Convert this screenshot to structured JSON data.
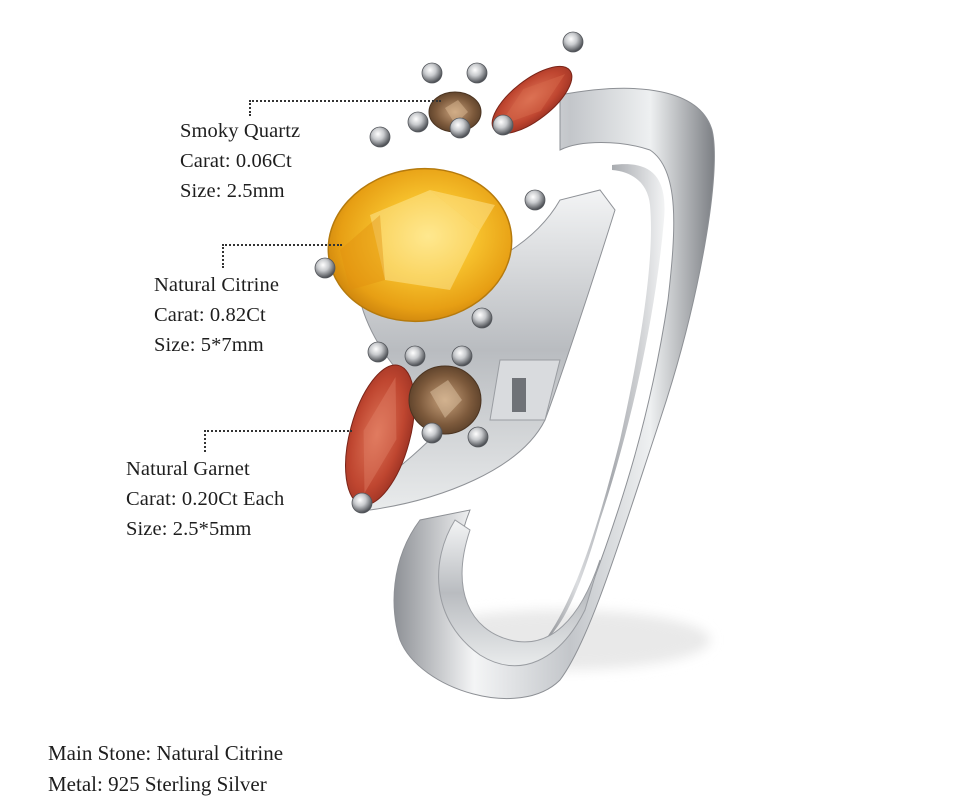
{
  "product_image": {
    "alt": "Sterling silver ring with oval citrine center stone, marquise garnets and round smoky quartz accents"
  },
  "callouts": [
    {
      "id": "smoky-quartz",
      "name": "Smoky Quartz",
      "carat": "Carat: 0.06Ct",
      "size": "Size: 2.5mm"
    },
    {
      "id": "citrine",
      "name": "Natural Citrine",
      "carat": "Carat: 0.82Ct",
      "size": "Size: 5*7mm"
    },
    {
      "id": "garnet",
      "name": "Natural Garnet",
      "carat": "Carat: 0.20Ct Each",
      "size": "Size: 2.5*5mm"
    }
  ],
  "specs": {
    "main_stone": "Main Stone: Natural Citrine",
    "metal": "Metal: 925 Sterling Silver"
  },
  "colors": {
    "background": "#ffffff",
    "text": "#1e1e1e",
    "citrine": "#f2b01e",
    "garnet": "#b8402e",
    "smoky_quartz": "#7a5a3c",
    "silver": "#c9cbcf"
  }
}
